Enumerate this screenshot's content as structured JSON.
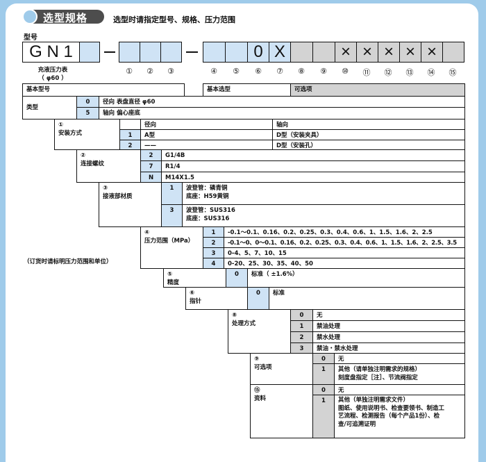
{
  "header": {
    "title": "选型规格",
    "subtitle": "选型时请指定型号、规格、压力范围"
  },
  "model": {
    "label": "型号",
    "prefix": "G N 1",
    "digit6": "0",
    "digit7": "X",
    "x_marks": [
      "×",
      "×",
      "×",
      "×",
      "×"
    ],
    "positions": [
      "①",
      "②",
      "③",
      "④",
      "⑤",
      "⑥",
      "⑦",
      "⑧",
      "⑨",
      "⑩",
      "⑪",
      "⑫",
      "⑬",
      "⑭",
      "⑮"
    ],
    "note_line1": "充液压力表",
    "note_line2": "（ φ60 ）"
  },
  "table": {
    "basic_model": "基本型号",
    "basic_selection": "基本选型",
    "options": "可选项",
    "type": {
      "label": "类型",
      "rows": [
        {
          "code": "0",
          "text": "径向 表盘直径 φ60"
        },
        {
          "code": "5",
          "text": "轴向 偏心座底"
        }
      ]
    },
    "mounting": {
      "num": "①",
      "label": "安装方式",
      "col1": "径向",
      "col2": "轴向",
      "rows": [
        {
          "code": "1",
          "radial": "A型",
          "axial": "D型（安装夹具）"
        },
        {
          "code": "2",
          "radial": "——",
          "axial": "D型（安装孔）"
        }
      ]
    },
    "thread": {
      "num": "②",
      "label": "连接螺纹",
      "rows": [
        {
          "code": "2",
          "text": "G1/4B"
        },
        {
          "code": "7",
          "text": "R1/4"
        },
        {
          "code": "N",
          "text": "M14X1.5"
        }
      ]
    },
    "material": {
      "num": "③",
      "label": "接液部材质",
      "rows": [
        {
          "code": "1",
          "line1": "波登管：磷青铜",
          "line2": "底座：H59黄铜"
        },
        {
          "code": "3",
          "line1": "波登管：SUS316",
          "line2": "底座：SUS316"
        }
      ]
    },
    "pressure": {
      "num": "④",
      "label": "压力范围（MPa）",
      "note": "（订货时请标明压力范围和单位）",
      "rows": [
        {
          "code": "1",
          "text": "-0.1～0.1、0.16、0.2、0.25、0.3、0.4、0.6、1、1.5、1.6、2、2.5"
        },
        {
          "code": "2",
          "text": "-0.1～0、0～0.1、0.16、0.2、0.25、0.3、0.4、0.6、1、1.5、1.6、2、2.5、3.5"
        },
        {
          "code": "3",
          "text": "0-4、5、7、10、15"
        },
        {
          "code": "4",
          "text": "0-20、25、30、35、40、50"
        }
      ]
    },
    "accuracy": {
      "num": "⑤",
      "label": "精度",
      "code": "0",
      "text": "标准（ ±1.6%）"
    },
    "pointer": {
      "num": "⑥",
      "label": "指针",
      "code": "0",
      "text": "标准"
    },
    "treatment": {
      "num": "⑧",
      "label": "处理方式",
      "rows": [
        {
          "code": "0",
          "text": "无"
        },
        {
          "code": "1",
          "text": "禁油处理"
        },
        {
          "code": "2",
          "text": "禁水处理"
        },
        {
          "code": "3",
          "text": "禁油・禁水处理"
        }
      ]
    },
    "optional": {
      "num": "⑨",
      "label": "可选项",
      "rows": [
        {
          "code": "0",
          "line1": "无"
        },
        {
          "code": "1",
          "line1": "其他（请单独注明需求的规格）",
          "line2": "刻度盘指定［注］、节流阀指定"
        }
      ]
    },
    "documents": {
      "num": "⑮",
      "label": "资料",
      "rows": [
        {
          "code": "0",
          "line1": "无"
        },
        {
          "code": "1",
          "line1": "其他（单独注明需求文件）",
          "line2": "图纸、使用说明书、检查要领书、制造工",
          "line3": "艺流程、检测报告（每个产品1份）、检",
          "line4": "查/可追溯证明"
        }
      ]
    }
  }
}
